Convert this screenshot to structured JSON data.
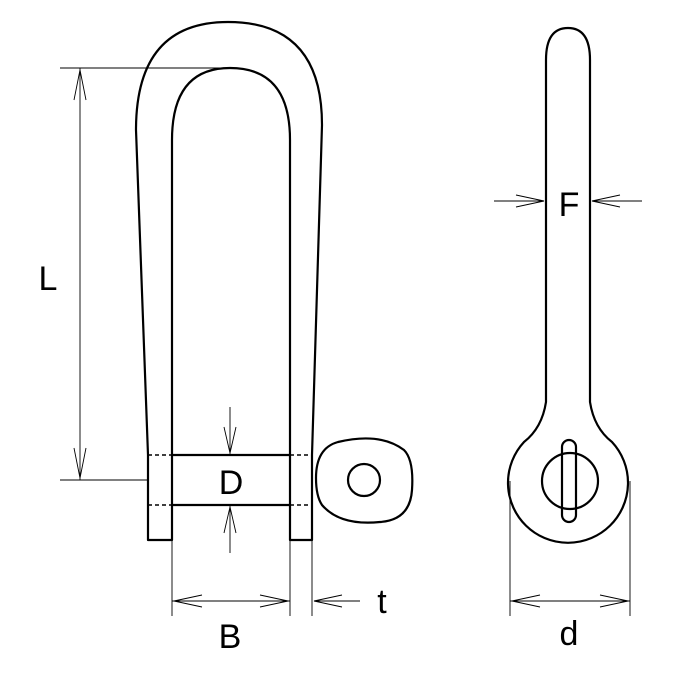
{
  "labels": {
    "L": "L",
    "D": "D",
    "B": "B",
    "t": "t",
    "F": "F",
    "d": "d"
  }
}
